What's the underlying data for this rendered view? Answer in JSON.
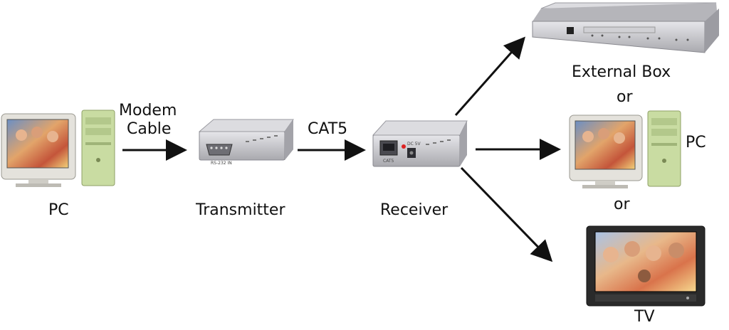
{
  "labels": {
    "pc_left": "PC",
    "modem_cable_line1": "Modem",
    "modem_cable_line2": "Cable",
    "transmitter": "Transmitter",
    "cat5": "CAT5",
    "receiver": "Receiver",
    "external_box": "External Box",
    "or_1": "or",
    "pc_right": "PC",
    "or_2": "or",
    "tv": "TV"
  },
  "device_text": {
    "transmitter_port": "RS-232 IN",
    "receiver_port": "CAT5",
    "receiver_power": "DC 5V"
  },
  "colors": {
    "device_silver": "#c8c8cc",
    "tower_green": "#c9dca2",
    "monitor_beige": "#e2e0da",
    "tv_frame": "#2a2a2a",
    "arrow": "#111111"
  }
}
